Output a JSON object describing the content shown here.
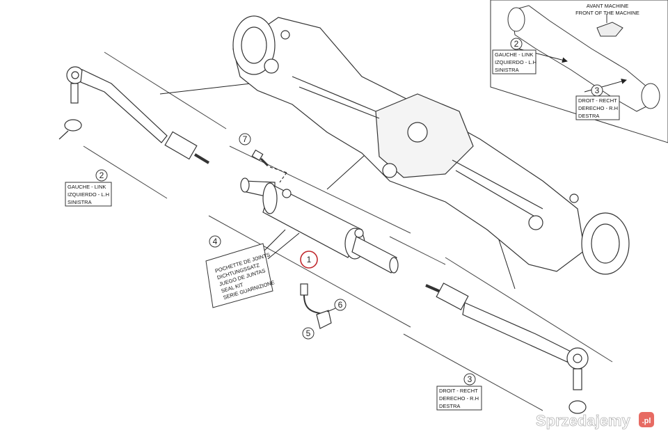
{
  "callouts": {
    "c1": "1",
    "c2_top": "2",
    "c2_left": "2",
    "c3_top": "3",
    "c3_bottom": "3",
    "c4": "4",
    "c5": "5",
    "c6": "6",
    "c7": "7"
  },
  "inset": {
    "heading_line1": "AVANT MACHINE",
    "heading_line2": "FRONT OF THE MACHINE",
    "left_box": [
      "GAUCHE - LINK",
      "IZQUIERDO - L.H",
      "SINISTRA"
    ],
    "right_box": [
      "DROIT - RECHT",
      "DERECHO - R.H",
      "DESTRA"
    ]
  },
  "left_label": [
    "GAUCHE - LINK",
    "IZQUIERDO - L.H",
    "SINISTRA"
  ],
  "bottom_label": [
    "DROIT - RECHT",
    "DERECHO - R.H",
    "DESTRA"
  ],
  "seal_kit": [
    "POCHETTE DE JOINTS",
    "DICHTUNGSSATZ",
    "JUEGO DE JUNTAS",
    "SEAL KIT",
    "SERIE GUARNIZIONE"
  ],
  "watermark": {
    "text": "Sprzedajemy",
    "suffix": ".pl",
    "accent": "#e03a2f"
  },
  "colors": {
    "line": "#333333",
    "highlight": "#c0282d"
  }
}
